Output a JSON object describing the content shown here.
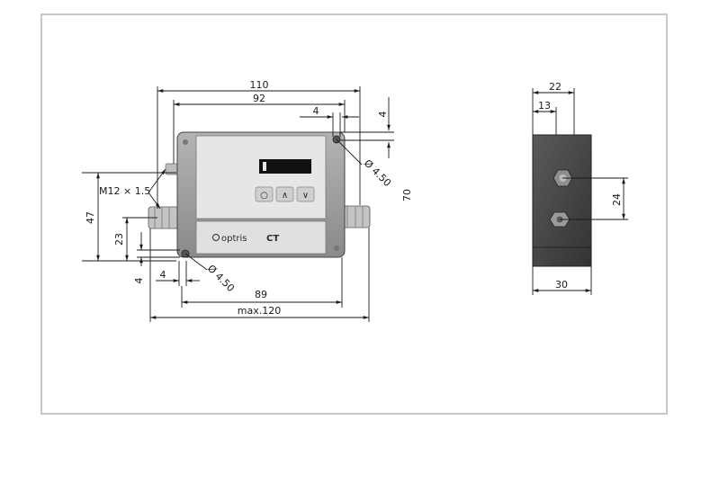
{
  "front_view": {
    "dim_110": "110",
    "dim_92": "92",
    "dim_4_top": "4",
    "dim_4_right": "4",
    "dim_hole_top": "Ø 4.50",
    "dim_70": "70",
    "dim_thread": "M12 × 1.5",
    "dim_47": "47",
    "dim_23": "23",
    "dim_4_bottom": "4",
    "dim_4_left": "4",
    "dim_hole_bottom": "Ø 4.50",
    "dim_89": "89",
    "dim_max120": "max.120",
    "brand": "optris",
    "model": "CT",
    "key_labels": [
      "○",
      "∧",
      "∨"
    ]
  },
  "side_view": {
    "dim_22": "22",
    "dim_13": "13",
    "dim_24": "24",
    "dim_30": "30"
  },
  "colors": {
    "frame": "#c8c8c8",
    "housing": "#9a9a9a",
    "panel": "#e4e4e4",
    "display": "#111111",
    "side_block": "#4a4a4a"
  }
}
